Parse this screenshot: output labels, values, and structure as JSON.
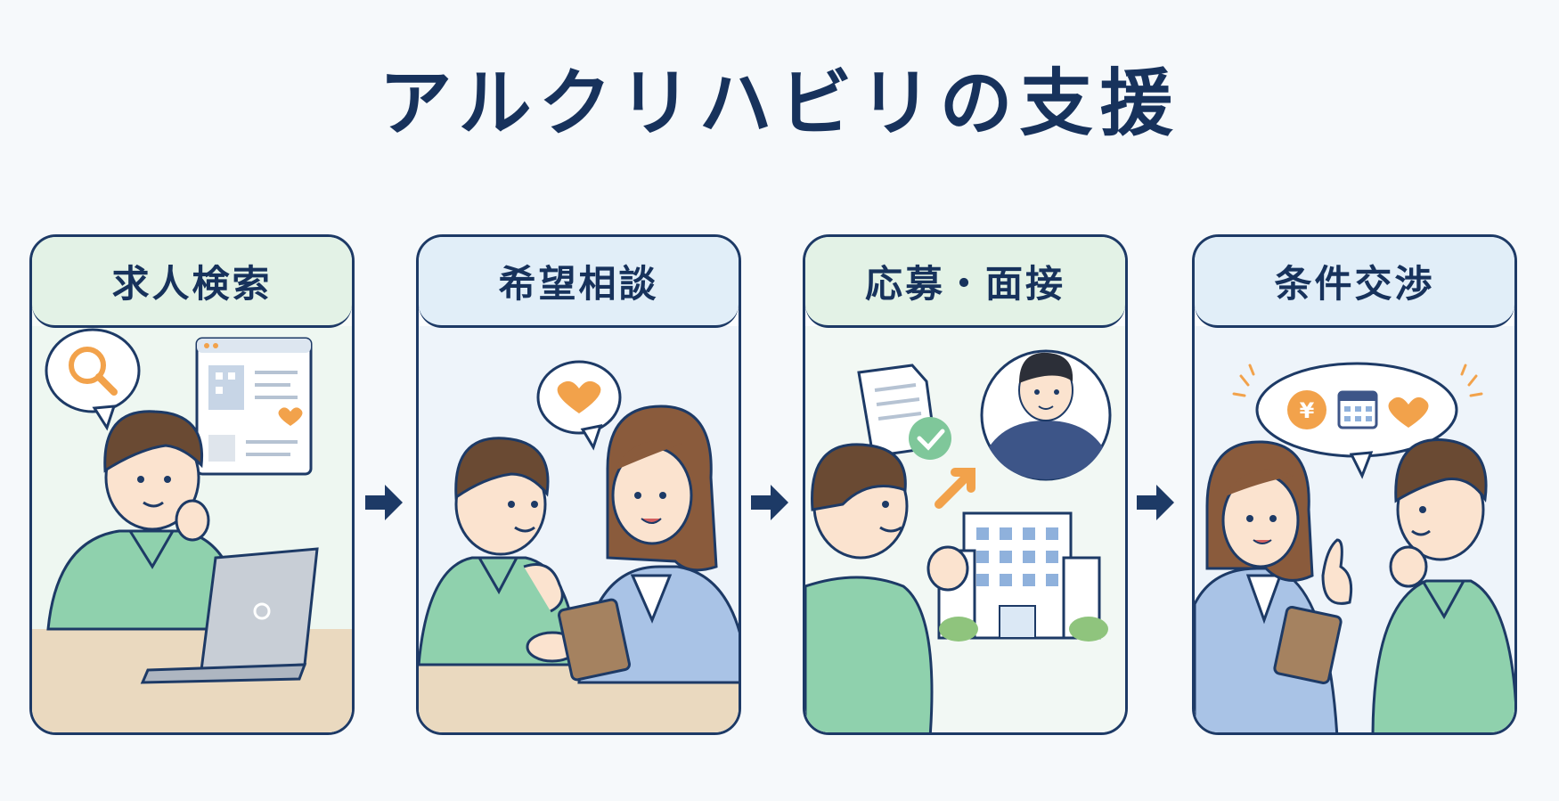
{
  "title": "アルクリハビリの支援",
  "steps": [
    {
      "label": "求人検索"
    },
    {
      "label": "希望相談"
    },
    {
      "label": "応募・面接"
    },
    {
      "label": "条件交渉"
    }
  ],
  "colors": {
    "navy": "#1d3a66",
    "green_header": "#e3f2e6",
    "blue_header": "#e1eef8",
    "scrub": "#8fd1ad",
    "orange": "#f2a24b",
    "suit": "#a9c3e6"
  },
  "icons": [
    "search-icon",
    "heart-icon",
    "document-icon",
    "check-icon",
    "yen-icon",
    "calendar-icon",
    "arrow-right-icon"
  ]
}
